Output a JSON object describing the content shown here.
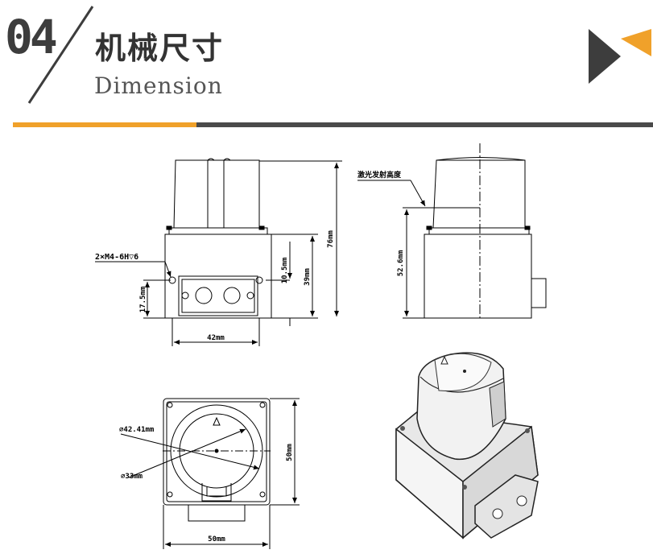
{
  "header": {
    "number": "04",
    "title_cn": "机械尺寸",
    "title_en": "Dimension",
    "accent_color": "#f0a12a",
    "bar_color": "#4a4a4a"
  },
  "front_view": {
    "hole_label": "2×M4-6H▽6",
    "height_total": "76mm",
    "height_body": "39mm",
    "height_hole": "10.5mm",
    "height_bottom": "17.5mm",
    "width_holes": "42mm"
  },
  "side_view": {
    "laser_label": "激光发射高度",
    "laser_height": "52.6mm"
  },
  "top_view": {
    "diameter_outer": "⌀42.41mm",
    "diameter_inner": "⌀33mm",
    "height": "50mm",
    "width": "50mm"
  },
  "iso_view": {
    "icon": "lidar-3d-render-icon"
  }
}
